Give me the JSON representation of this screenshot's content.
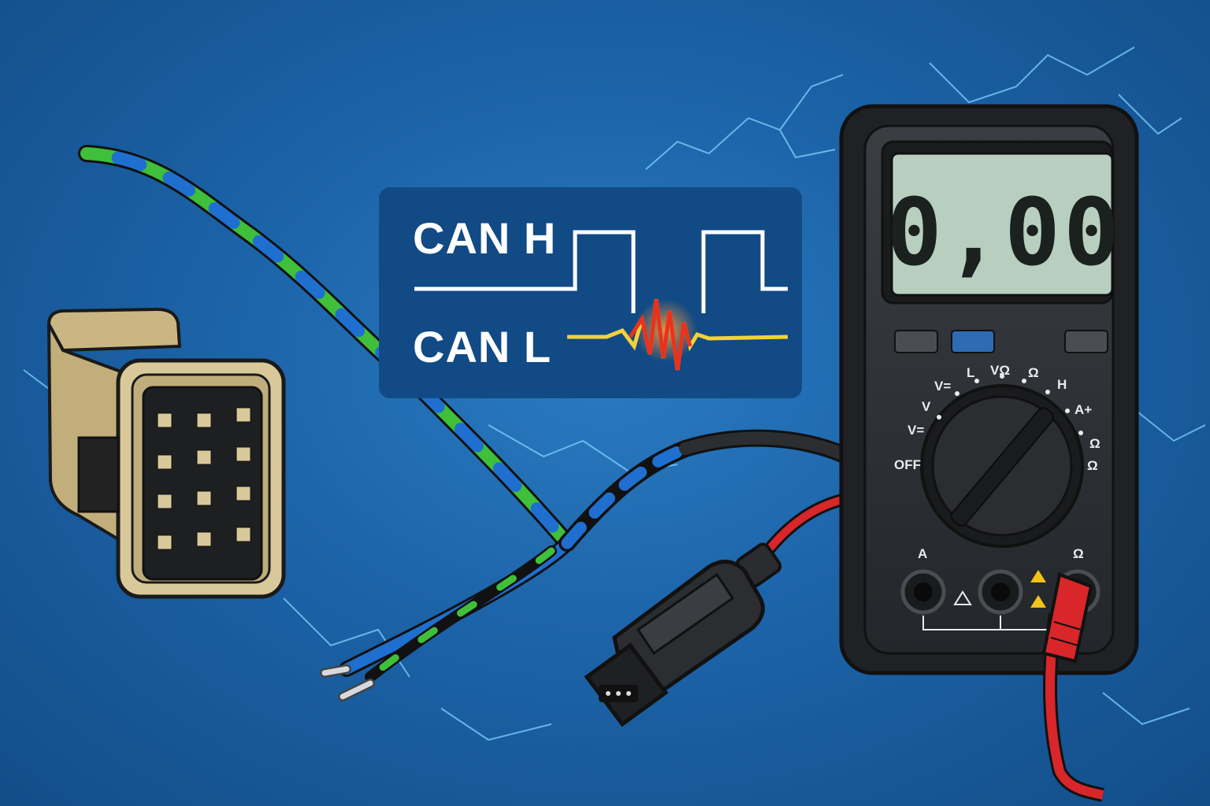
{
  "signal_panel": {
    "can_high_label": "CAN H",
    "can_low_label": "CAN L"
  },
  "multimeter": {
    "display_reading": "0,00",
    "dial_labels": [
      "OFF",
      "V=",
      "V",
      "V=",
      "L",
      "VΩ",
      "Ω",
      "H",
      "A+",
      "Ω",
      "Ω"
    ],
    "jack_labels": {
      "left": "A",
      "right": "Ω"
    }
  },
  "colors": {
    "background": "#1c63a8",
    "can_h_trace": "#ffffff",
    "can_l_trace": "#f2d13a",
    "noise_spike": "#e8321c",
    "wire_blue": "#1f6fd1",
    "wire_green": "#3fbf3a",
    "probe_red": "#d8262a",
    "lcd_background": "#b8cfc0",
    "connector_beige": "#d9c99a"
  },
  "icons": [
    "lightning-bolt-icon",
    "warning-triangle-icon"
  ]
}
